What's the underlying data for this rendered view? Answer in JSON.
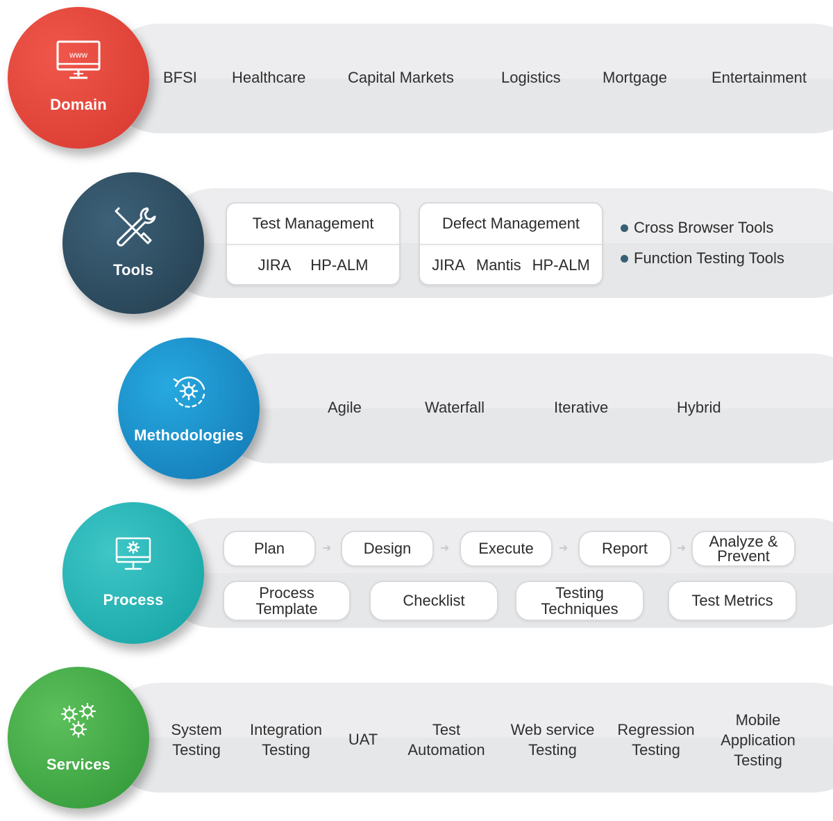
{
  "domain": {
    "label": "Domain",
    "icon": "browser-www-icon",
    "icon_text": "www",
    "color": "#e0453a",
    "items": [
      "BFSI",
      "Healthcare",
      "Capital Markets",
      "Logistics",
      "Mortgage",
      "Entertainment"
    ]
  },
  "tools": {
    "label": "Tools",
    "icon": "wrench-screwdriver-icon",
    "color": "#2f4d61",
    "test_management": {
      "title": "Test Management",
      "items": [
        "JIRA",
        "HP-ALM"
      ]
    },
    "defect_management": {
      "title": "Defect Management",
      "items": [
        "JIRA",
        "Mantis",
        "HP-ALM"
      ]
    },
    "bullets": [
      "Cross Browser Tools",
      "Function Testing Tools"
    ]
  },
  "methodologies": {
    "label": "Methodologies",
    "icon": "cycle-gear-icon",
    "color": "#1a8fcc",
    "items": [
      "Agile",
      "Waterfall",
      "Iterative",
      "Hybrid"
    ]
  },
  "process": {
    "label": "Process",
    "icon": "monitor-gear-icon",
    "color": "#1bb0b0",
    "steps": [
      "Plan",
      "Design",
      "Execute",
      "Report",
      "Analyze & Prevent"
    ],
    "assets": [
      "Process Template",
      "Checklist",
      "Testing Techniques",
      "Test Metrics"
    ]
  },
  "services": {
    "label": "Services",
    "icon": "gears-icon",
    "color": "#43a845",
    "items": [
      "System Testing",
      "Integration Testing",
      "UAT",
      "Test Automation",
      "Web service Testing",
      "Regression Testing",
      "Mobile Application Testing"
    ]
  }
}
